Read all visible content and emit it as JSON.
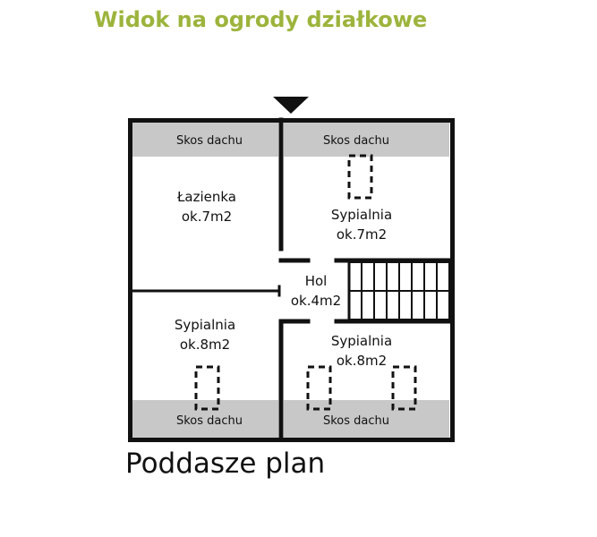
{
  "view_note": "Widok na ogrody działkowe",
  "plan_title": "Poddasze plan",
  "colors": {
    "accent": "#9cb43c",
    "wall": "#111111",
    "slope": "#c8c8c8"
  },
  "slopes": {
    "top_left": "Skos dachu",
    "top_right": "Skos dachu",
    "bottom_left": "Skos dachu",
    "bottom_right": "Skos dachu"
  },
  "rooms": {
    "bathroom": {
      "name": "Łazienka",
      "area": "ok.7m2"
    },
    "bedroom_top_right": {
      "name": "Sypialnia",
      "area": "ok.7m2"
    },
    "hall": {
      "name": "Hol",
      "area": "ok.4m2"
    },
    "bedroom_bottom_left": {
      "name": "Sypialnia",
      "area": "ok.8m2"
    },
    "bedroom_bottom_right": {
      "name": "Sypialnia",
      "area": "ok.8m2"
    }
  }
}
